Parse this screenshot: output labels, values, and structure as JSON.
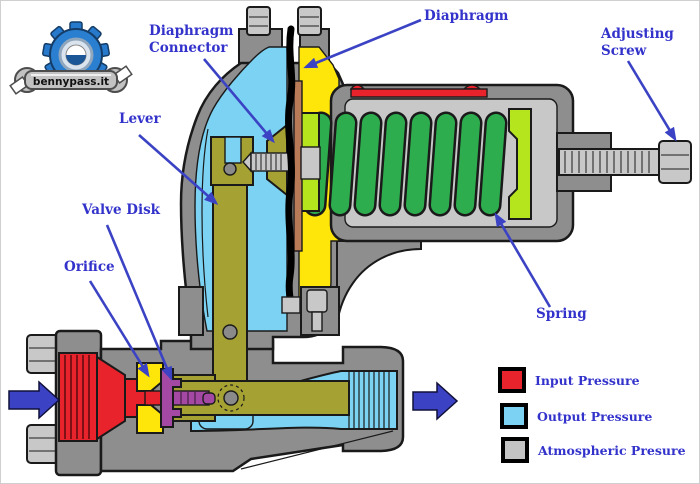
{
  "colors": {
    "input-red": "#E8232B",
    "output-cyan": "#7BD2F2",
    "atmos-gray": "#C4C4C4",
    "body-gray": "#8E8E8E",
    "spring-green": "#2EAD4F",
    "seat-green": "#B5E61D",
    "chamber-yellow": "#FFE60A",
    "lever-olive": "#A5A233",
    "disk-purple": "#A349A4",
    "connector-brown": "#B97A57",
    "label-blue": "#3333CC",
    "arrow-blue": "#3B43C4"
  },
  "logo": {
    "text": "bennypass.it"
  },
  "labels": {
    "diaphragm_connector": {
      "line1": "Diaphragm",
      "line2": "Connector"
    },
    "diaphragm": {
      "text": "Diaphragm"
    },
    "adjusting_screw": {
      "line1": "Adjusting",
      "line2": "Screw"
    },
    "lever": {
      "text": "Lever"
    },
    "valve_disk": {
      "text": "Valve Disk"
    },
    "orifice": {
      "text": "Orifice"
    },
    "spring": {
      "text": "Spring"
    }
  },
  "legend": {
    "items": [
      {
        "label": "Input Pressure",
        "color": "#E8232B"
      },
      {
        "label": "Output Pressure",
        "color": "#7BD2F2"
      },
      {
        "label": "Atmospheric Presure",
        "color": "#C4C4C4"
      }
    ]
  }
}
